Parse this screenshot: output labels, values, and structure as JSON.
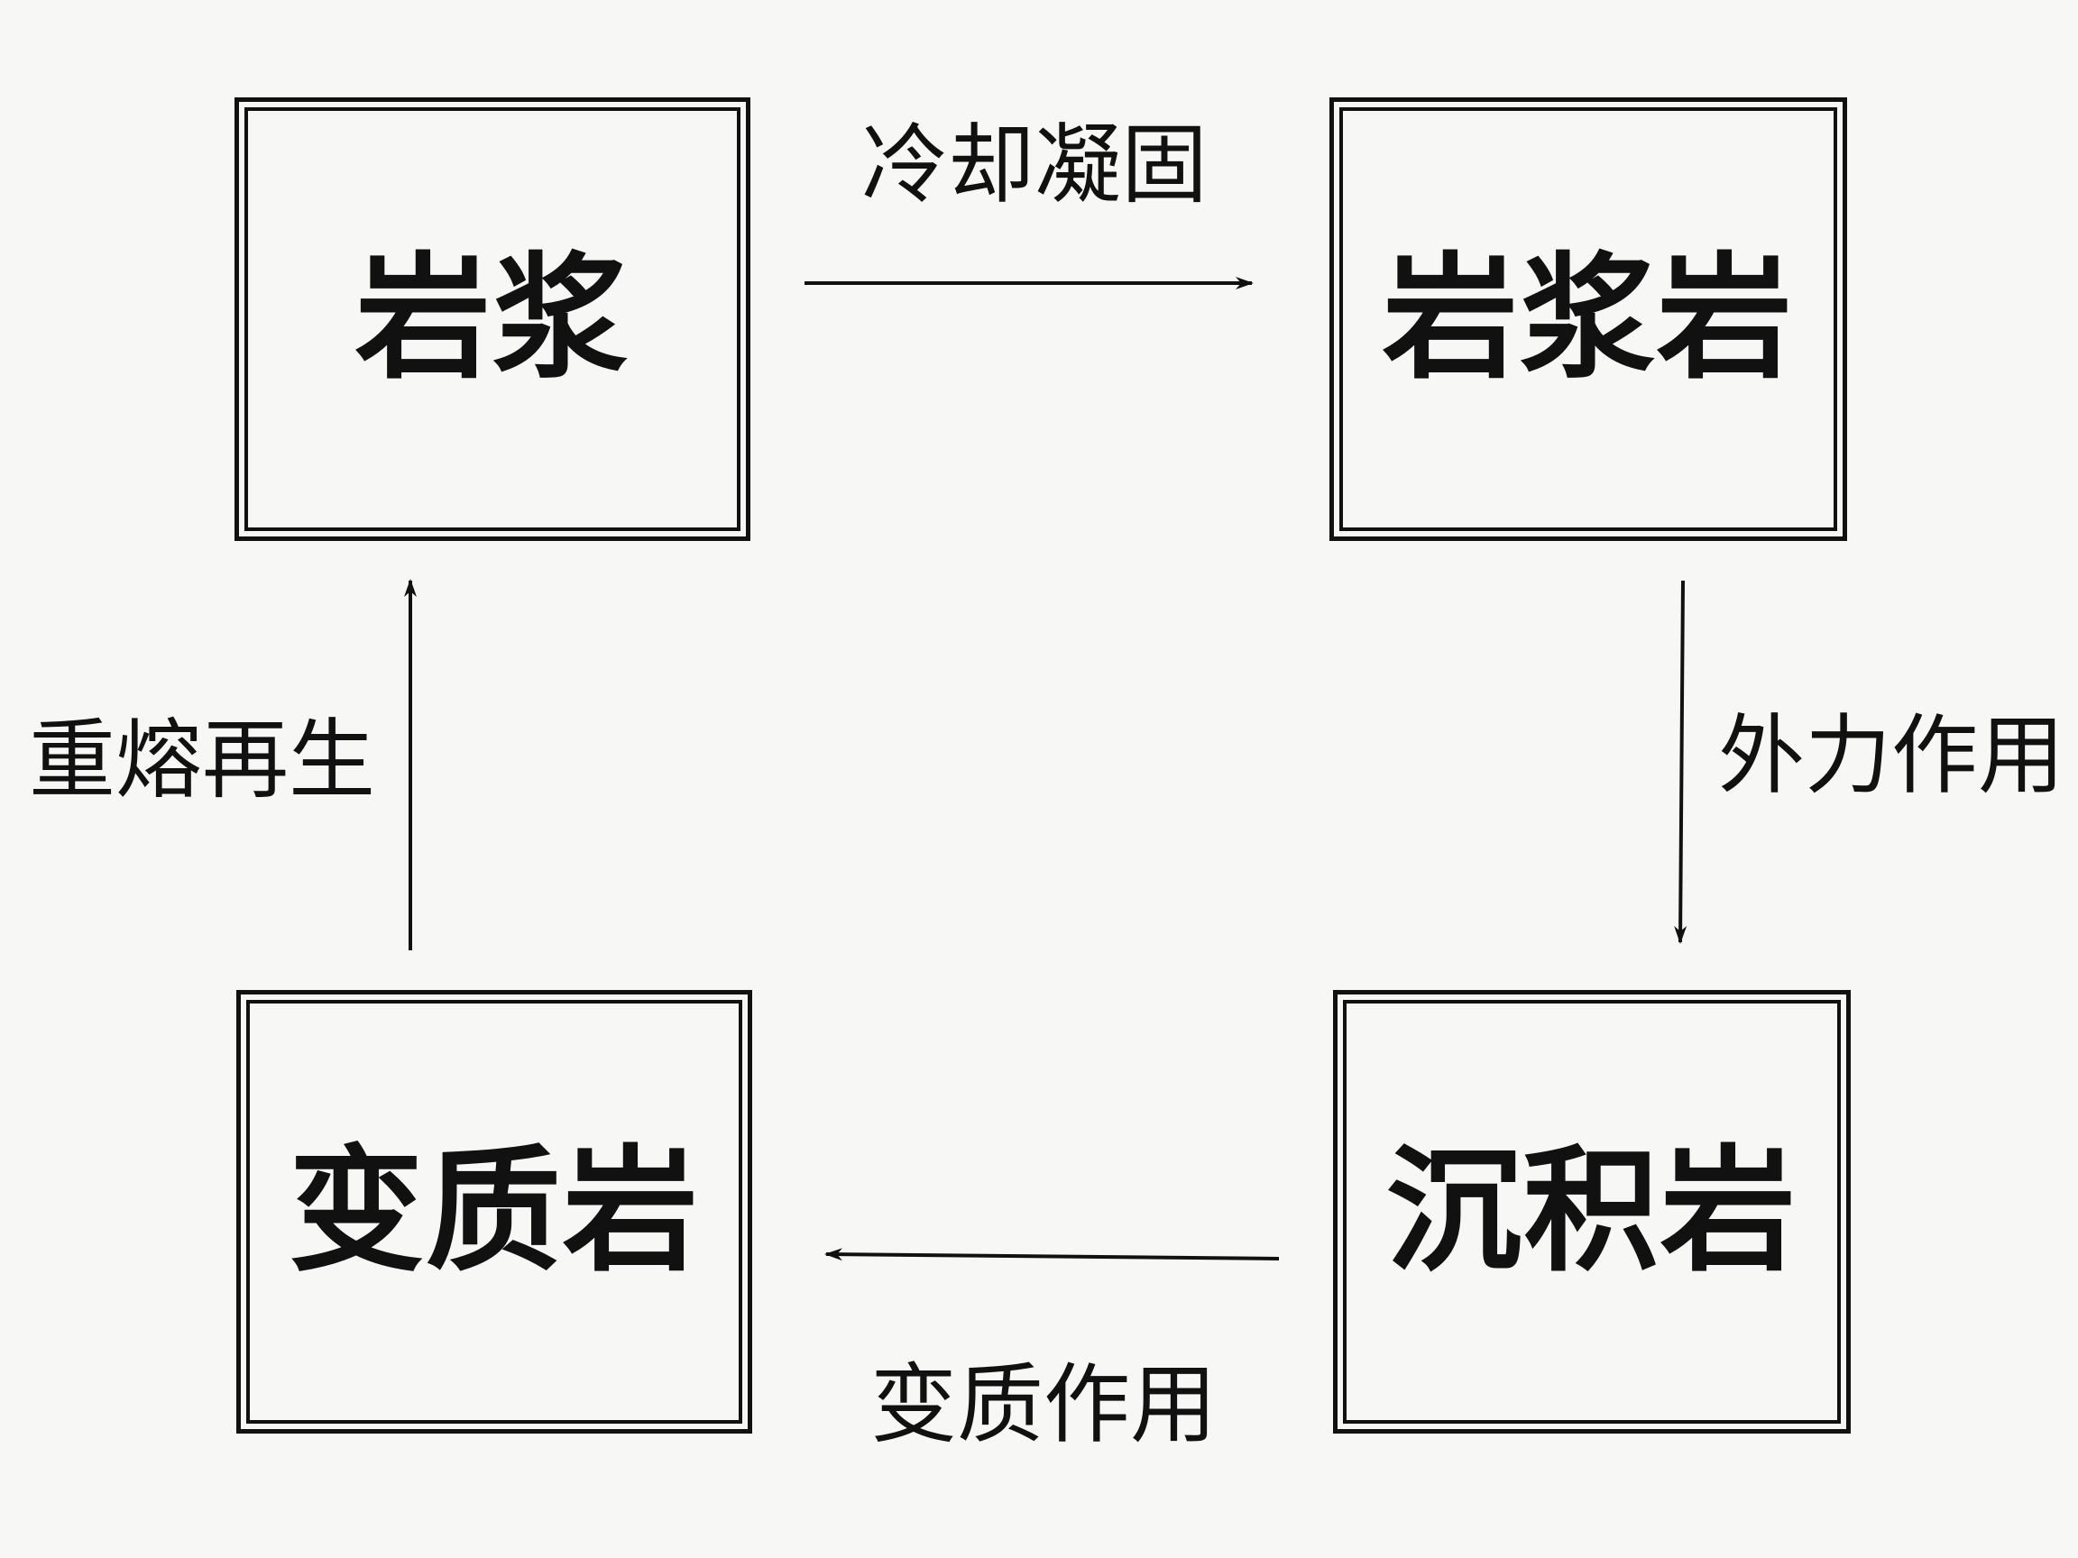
{
  "nodes": {
    "magma": "岩浆",
    "igneous": "岩浆岩",
    "metamorphic": "变质岩",
    "sedimentary": "沉积岩"
  },
  "edges": {
    "cooling": "冷却凝固",
    "external_force": "外力作用",
    "metamorphism": "变质作用",
    "remelting": "重熔再生"
  },
  "colors": {
    "line": "#111111",
    "background": "#f7f7f5"
  }
}
